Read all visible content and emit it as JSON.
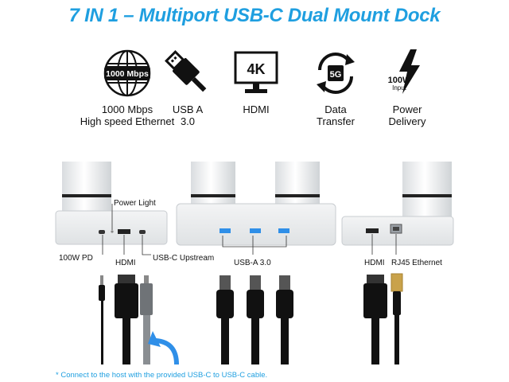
{
  "title": "7 IN 1 – Multiport USB-C Dual Mount Dock",
  "features": [
    {
      "icon": "globe-icon",
      "badge": "1000 Mbps",
      "line1": "1000 Mbps",
      "line2": "High speed Ethernet"
    },
    {
      "icon": "usb-plug-icon",
      "line1": "USB A",
      "line2": "3.0"
    },
    {
      "icon": "4k-display-icon",
      "badge": "4K",
      "line1": "HDMI",
      "line2": ""
    },
    {
      "icon": "data-transfer-icon",
      "badge": "5G",
      "line1": "Data",
      "line2": "Transfer"
    },
    {
      "icon": "power-bolt-icon",
      "badge": "100W",
      "badge2": "Input",
      "line1": "Power",
      "line2": "Delivery"
    }
  ],
  "ports": {
    "power_light": "Power Light",
    "pd": "100W PD",
    "hdmi_left": "HDMI",
    "usbc_upstream": "USB-C Upstream",
    "usba": "USB-A 3.0",
    "hdmi_right": "HDMI",
    "rj45": "RJ45 Ethernet"
  },
  "colors": {
    "accent": "#1f9fe0",
    "usb_blue": "#2f8fe8",
    "cable": "#1a1a1a"
  },
  "footnote": "* Connect to the host with the provided USB-C to USB-C cable."
}
